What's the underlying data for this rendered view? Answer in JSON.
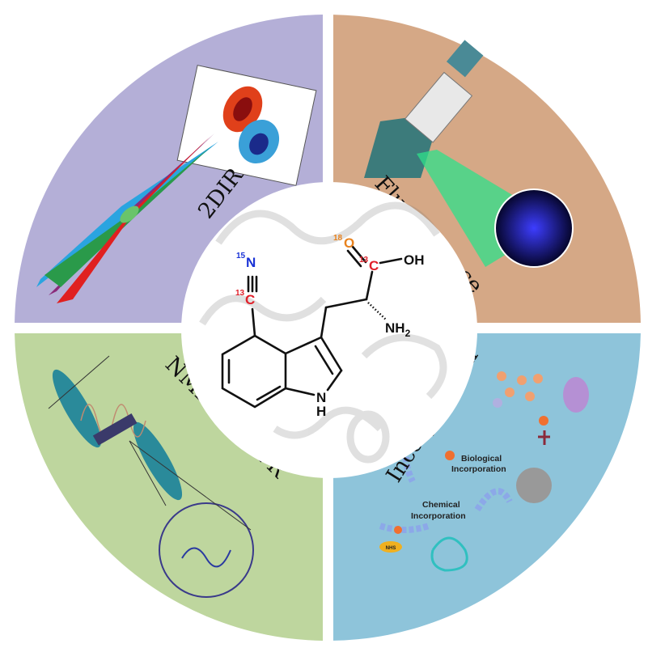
{
  "quadrants": [
    {
      "label": "2DIR",
      "color": "#b4afd7"
    },
    {
      "label": "Fluorescence",
      "color": "#d5a886"
    },
    {
      "label": "NMR and EPR",
      "color": "#bed69e"
    },
    {
      "label": "Incorporation",
      "color": "#8ec4da"
    }
  ],
  "incorporation": {
    "biological_line1": "Biological",
    "biological_line2": "Incorporation",
    "chemical_line1": "Chemical",
    "chemical_line2": "Incorporation",
    "tag": "NHS"
  },
  "molecule": {
    "nitrile_n": "N",
    "nitrile_n_isotope": "15",
    "nitrile_c": "C",
    "nitrile_c_isotope": "13",
    "carbonyl_o": "O",
    "carbonyl_o_isotope": "18",
    "carbonyl_c": "C",
    "carbonyl_c_isotope": "13",
    "hydroxyl": "OH",
    "amine": "NH",
    "amine_sub": "2",
    "ring_n": "N",
    "ring_h": "H",
    "colors": {
      "n15": "#1a33d6",
      "c13": "#e0202a",
      "o18": "#e8821e"
    }
  }
}
